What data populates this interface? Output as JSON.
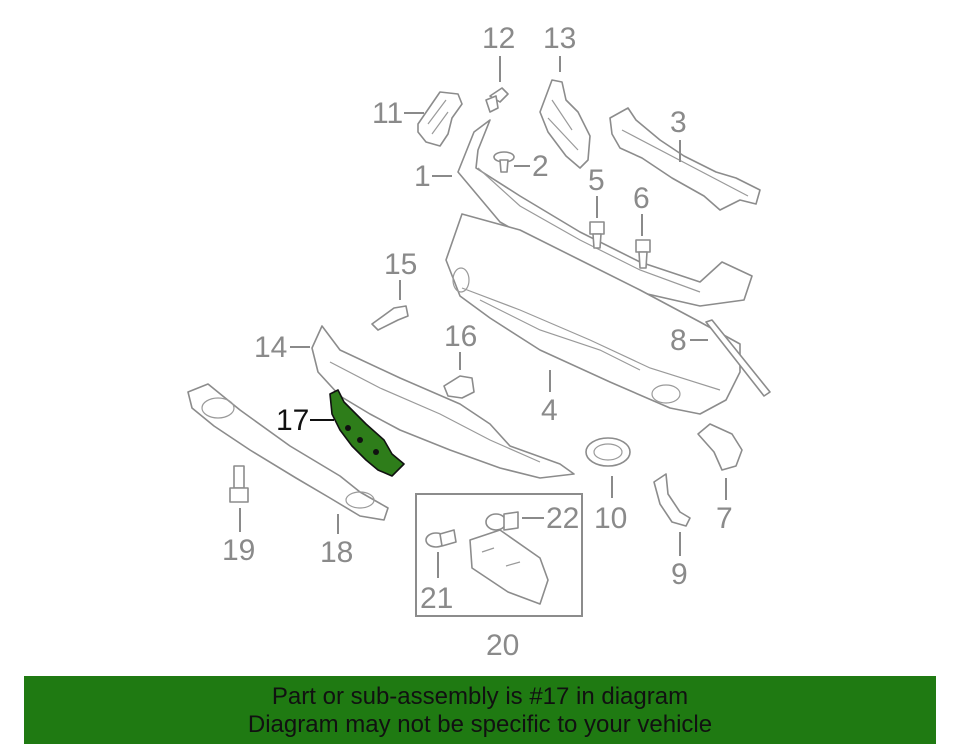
{
  "diagram": {
    "callouts": {
      "c1": "1",
      "c2": "2",
      "c3": "3",
      "c4": "4",
      "c5": "5",
      "c6": "6",
      "c7": "7",
      "c8": "8",
      "c9": "9",
      "c10": "10",
      "c11": "11",
      "c12": "12",
      "c13": "13",
      "c14": "14",
      "c15": "15",
      "c16": "16",
      "c17": "17",
      "c18": "18",
      "c19": "19",
      "c20": "20",
      "c21": "21",
      "c22": "22"
    },
    "highlight_part": "17",
    "colors": {
      "highlight_fill": "#2e7d1a",
      "line_gray": "#8c8c8c",
      "banner": "#1f7a12"
    }
  },
  "banner": {
    "line1": "Part or sub-assembly is #17 in diagram",
    "line2": "Diagram may not be specific to your vehicle"
  }
}
